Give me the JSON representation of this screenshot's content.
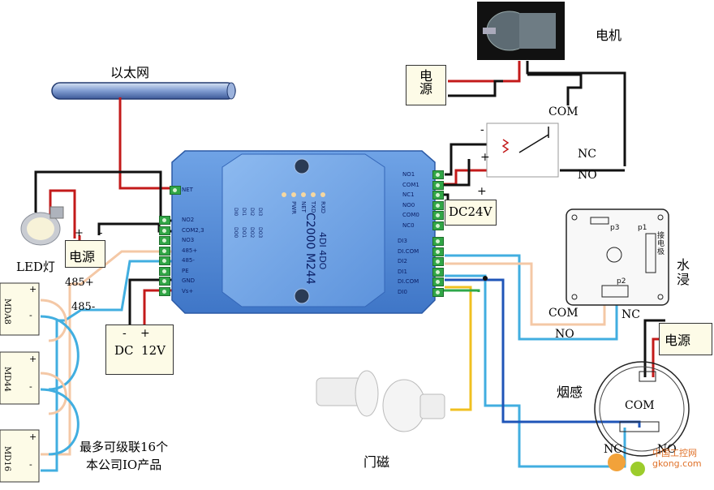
{
  "title_ethernet": "以太网",
  "motor_label": "电机",
  "led_label": "LED灯",
  "power_label": "电源",
  "dc12v_label": "DC  12V",
  "dc24v_label": "DC24V",
  "plus": "+",
  "minus": "-",
  "rs485_plus": "485+",
  "rs485_minus": "485-",
  "relay_com": "COM",
  "relay_nc": "NC",
  "relay_no": "NO",
  "water_label": "水\n浸",
  "water_pins": {
    "p3": "p3",
    "p1": "p1",
    "p2": "p2",
    "side": "接\n电\n极"
  },
  "smoke_label": "烟感",
  "smoke_com": "COM",
  "smoke_nc": "NC",
  "smoke_no": "NO",
  "door_label": "门磁",
  "cascade_note_line1": "最多可级联16个",
  "cascade_note_line2": "本公司IO产品",
  "device": {
    "model": "C2000 M244",
    "io": "4DI 4DO",
    "leds": [
      "RXD",
      "TXD",
      "NET",
      "PWR"
    ],
    "di_leds": [
      "DI0",
      "DI1",
      "DI2",
      "DI3"
    ],
    "do_leds": [
      "DO0",
      "DO1",
      "DO2",
      "DO3"
    ],
    "left_terminals": [
      "NET",
      "NO2",
      "COM2,3",
      "NO3",
      "485+",
      "485-",
      "PE",
      "GND",
      "Vs+"
    ],
    "right_terminals_top": [
      "NO1",
      "COM1",
      "NC1",
      "NO0",
      "COM0",
      "NC0"
    ],
    "right_terminals_bottom": [
      "DI3",
      "DI.COM",
      "DI2",
      "DI1",
      "DI.COM",
      "DI0"
    ]
  },
  "slaves": [
    {
      "name": "MDA8"
    },
    {
      "name": "MD44"
    },
    {
      "name": "MD16"
    }
  ],
  "watermark": "中国工控网\ngkong.com"
}
